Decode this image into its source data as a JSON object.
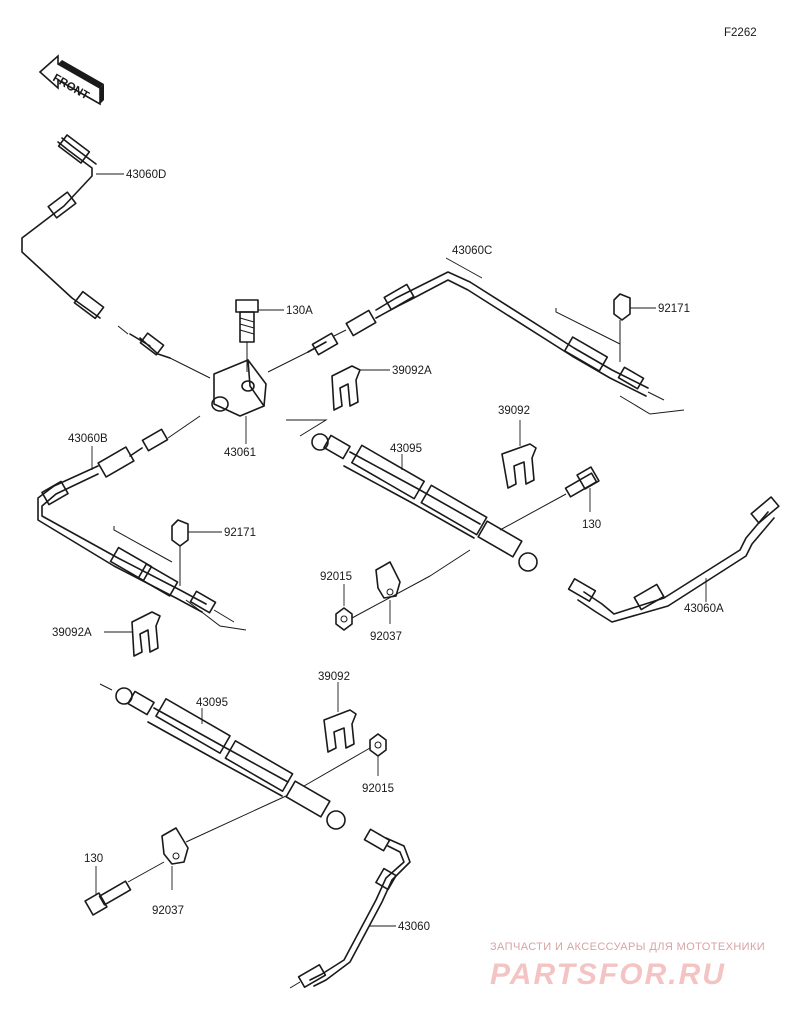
{
  "diagram": {
    "figure_code": "F2262",
    "front_label": "FRONT",
    "labels": {
      "p43060D": "43060D",
      "p43060C": "43060C",
      "p130A": "130A",
      "p92171_top": "92171",
      "p39092A_top": "39092A",
      "p43061": "43061",
      "p43060B": "43060B",
      "p39092_top": "39092",
      "p43095_top": "43095",
      "p92171_mid": "92171",
      "p130_mid": "130",
      "p92015_mid": "92015",
      "p43060A": "43060A",
      "p92037_mid": "92037",
      "p39092A_left": "39092A",
      "p39092_low": "39092",
      "p43095_low": "43095",
      "p92015_low": "92015",
      "p130_low": "130",
      "p92037_low": "92037",
      "p43060": "43060"
    }
  },
  "watermark": {
    "tagline": "ЗАПЧАСТИ И АКСЕССУАРЫ ДЛЯ МОТОТЕХНИКИ",
    "brand": "PARTSFOR.RU"
  }
}
